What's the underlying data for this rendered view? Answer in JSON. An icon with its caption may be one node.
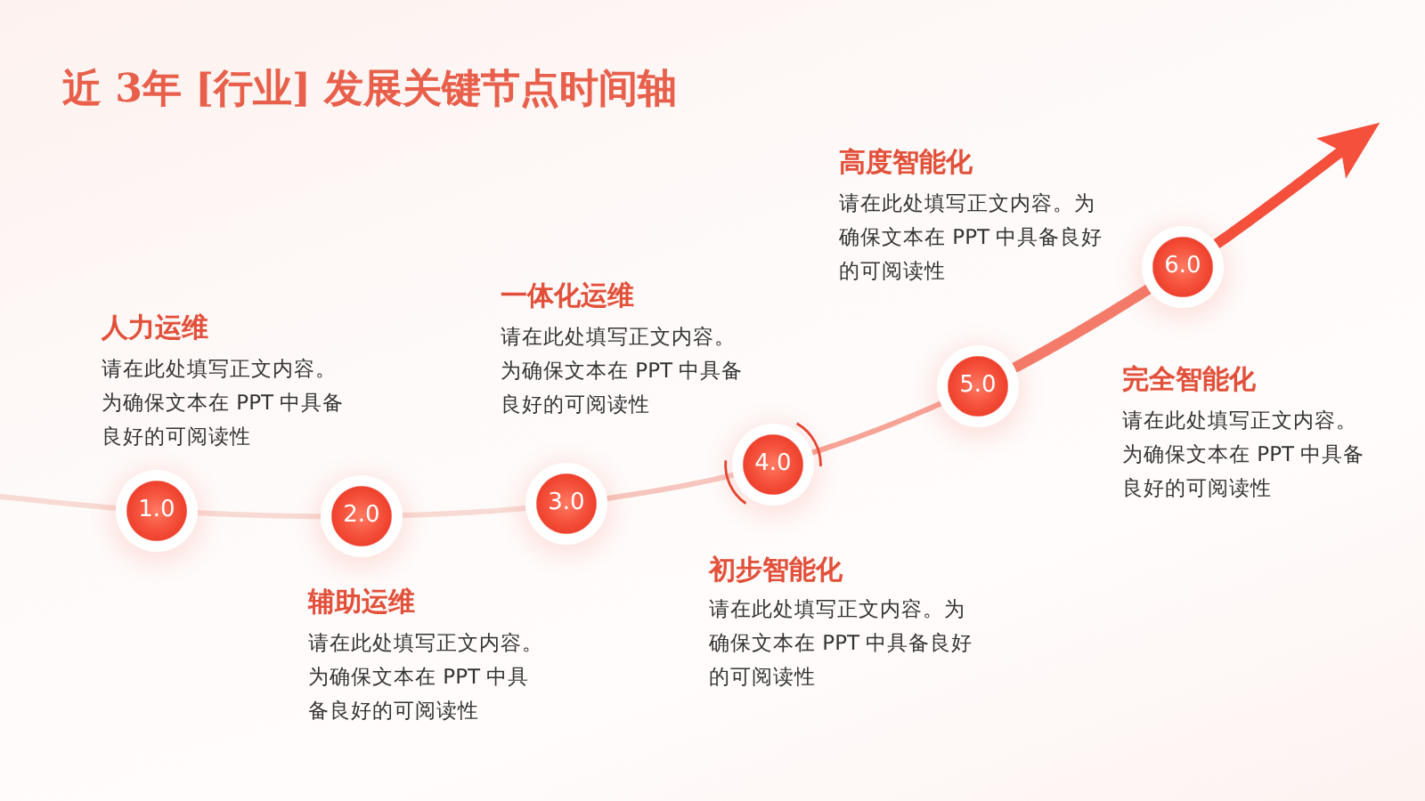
{
  "diagram": {
    "title": "近 3年 [行业] 发展关键节点时间轴",
    "nodes": [
      {
        "text": [
          "1.0"
        ],
        "beside": [
          "人力运维",
          "请在此处填写正文内容。为确保文本在 PPT 中具备良好的可阅读性"
        ]
      },
      {
        "text": [
          "2.0"
        ],
        "beside": [
          "辅助运维",
          "请在此处填写正文内容。为确保文本在 PPT 中具备良好的可阅读性"
        ]
      },
      {
        "text": [
          "3.0"
        ],
        "beside": [
          "一体化运维",
          "请在此处填写正文内容。为确保文本在 PPT 中具备良好的可阅读性"
        ]
      },
      {
        "text": [
          "4.0"
        ],
        "beside": [
          "初步智能化",
          "请在此处填写正文内容。为确保文本在 PPT 中具备良好的可阅读性"
        ]
      },
      {
        "text": [
          "5.0"
        ],
        "beside": [
          "高度智能化",
          "请在此处填写正文内容。为确保文本在 PPT 中具备良好的可阅读性"
        ]
      },
      {
        "text": [
          "6.0"
        ],
        "beside": [
          "完全智能化",
          "请在此处填写正文内容。为确保文本在 PPT 中具备良好的可阅读性"
        ]
      }
    ],
    "edges": [
      {
        "from": null,
        "to": 0,
        "arrow": "none"
      },
      {
        "from": 0,
        "to": 1,
        "arrow": "none"
      },
      {
        "from": 1,
        "to": 2,
        "arrow": "none"
      },
      {
        "from": 2,
        "to": 3,
        "arrow": "none",
        "color": "#f6c6be"
      },
      {
        "from": 3,
        "to": 4,
        "arrow": "none",
        "color": "#f7a396"
      },
      {
        "from": 4,
        "to": 5,
        "arrow": "none",
        "style": "thick",
        "color": "#f47b69"
      },
      {
        "from": 5,
        "to": null,
        "arrow": "to",
        "style": "thick",
        "color": "#f4503c"
      }
    ]
  }
}
